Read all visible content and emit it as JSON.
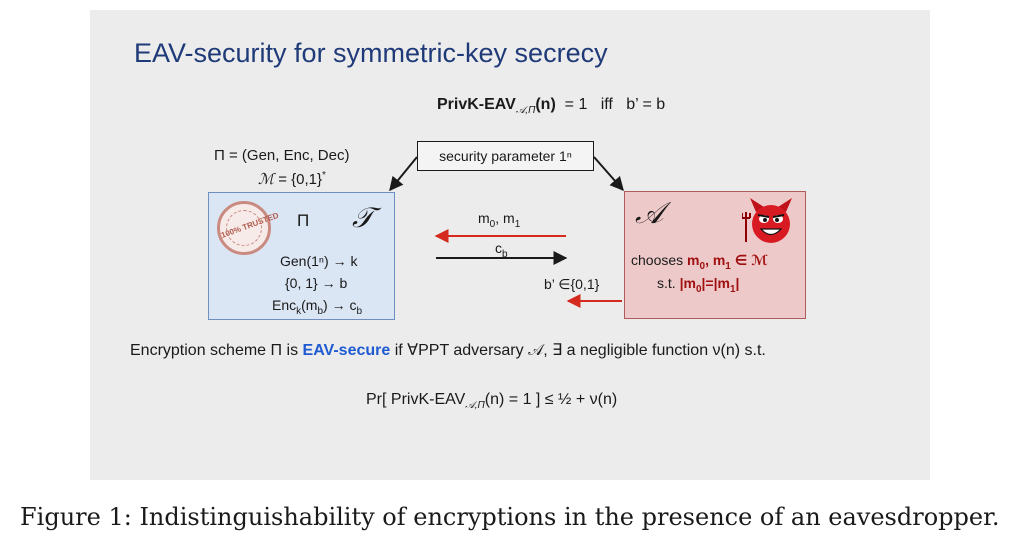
{
  "title": "EAV-security for symmetric-key secrecy",
  "privk": {
    "name": "PrivK-EAV",
    "sub": "𝒜,Π",
    "arg": "(n)",
    "rest": "= 1   iff   b’ = b"
  },
  "scheme": {
    "pi_def": "Π = (Gen, Enc, Dec)",
    "m_symbol": "ℳ",
    "m_def": " = {0,1}",
    "m_sup": "*"
  },
  "security_param": "security parameter 1ⁿ",
  "trusted": {
    "seal_text": "100% TRUSTED",
    "pi": "Π",
    "symbol": "𝒯",
    "gen": "Gen(1ⁿ) → k",
    "sample": "{0, 1} → b",
    "enc_a": "Enc",
    "enc_k": "k",
    "enc_b": "(m",
    "enc_mb": "b",
    "enc_c": ") → c",
    "enc_cb": "b"
  },
  "messages": {
    "m": "m",
    "m0": "0",
    "comma": ", m",
    "m1": "1",
    "c": "c",
    "cb": "b",
    "bprime": "b’ ∈{0,1}"
  },
  "adversary": {
    "symbol": "𝒜",
    "choose_a": "chooses ",
    "choose_b": "m",
    "choose_b0": "0",
    "choose_c": ", m",
    "choose_c1": "1",
    "choose_d": " ∈ ℳ",
    "st_a": "s.t. ",
    "st_b": "|m",
    "st_b0": "0",
    "st_c": "|=|m",
    "st_c1": "1",
    "st_d": "|"
  },
  "definition": {
    "a": "Encryption scheme Π is ",
    "b": "EAV-secure",
    "c": " if ∀PPT adversary 𝒜, ∃ a negligible function ν(n) s.t."
  },
  "probability": {
    "a": "Pr[ PrivK-EAV",
    "sub": "𝒜,Π",
    "b": "(n) = 1 ] ≤ ½ + ν(n)"
  },
  "caption": "Figure 1: Indistinguishability of encryptions in the presence of an eavesdropper.",
  "colors": {
    "title": "#1f3a78",
    "red_arrow": "#d52b1e",
    "emphasis_red": "#a01010",
    "blue_keyword": "#1f5bd0"
  }
}
